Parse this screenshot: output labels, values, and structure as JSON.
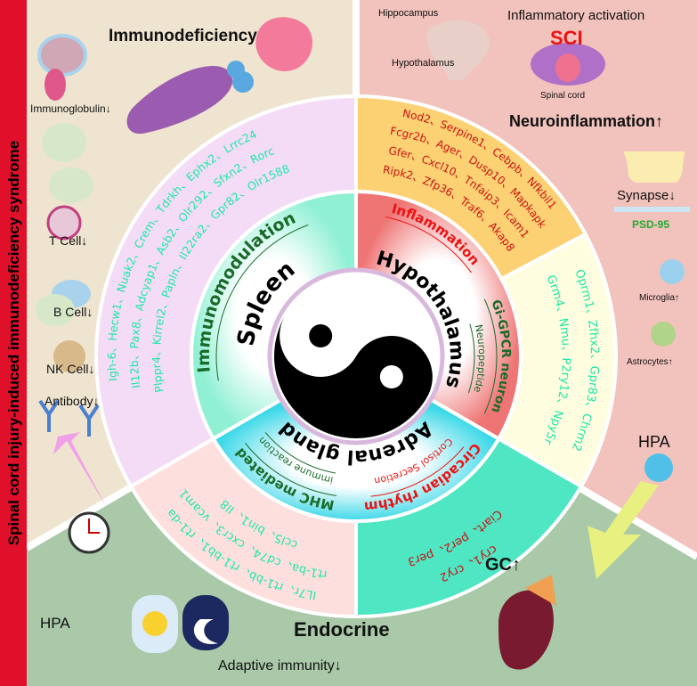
{
  "side_title": "Spinal cord injury-induced immunodeficiency syndrome",
  "colors": {
    "side_bar": "#e0102a",
    "spleen_bg": "#efe4cf",
    "hypothalamus_bg": "#f2c2bd",
    "endocrine_bg": "#a9c9a9",
    "gene_green": "#1de8a8",
    "gene_red": "#cc1111",
    "label_green": "#1a6a2a",
    "label_red": "#ee1111"
  },
  "spleen_panel": {
    "title": "Immunodeficiency",
    "labels": [
      "Immunoglobulin↓",
      "T Cell↓",
      "B Cell↓",
      "NK Cell↓",
      "Antibody↓"
    ]
  },
  "hypothalamus_panel": {
    "hippocampus": "Hippocampus",
    "hypothalamus": "Hypothalamus",
    "inflammatory": "Inflammatory activation",
    "sci": "SCI",
    "spinal_cord": "Spinal cord",
    "neuroinflammation": "Neuroinflammation↑",
    "synapse": "Synapse↓",
    "psd95": "PSD-95",
    "microglia": "Microglia↑",
    "astrocytes": "Astrocytes↑",
    "hpa": "HPA"
  },
  "endocrine_panel": {
    "gc": "GC↑",
    "title": "Endocrine",
    "hpa": "HPA",
    "adaptive": "Adaptive immunity↓"
  },
  "wheel": {
    "spleen": {
      "organ": "Spleen",
      "function": "Immunomodulation",
      "genes": [
        "Igh-6、Hecw1、Nuak2、Crem、Tdrkh、Ephx2、Lrrc24",
        "Il12b、Pax8、Adcyap1、Asb2、Olr292、Sfxn2、Rorc",
        "Plppr4、Kirrel2、Papln、Il22ra2、Gpr82、Olr1588"
      ]
    },
    "hypothalamus": {
      "organ": "Hypothalamus",
      "function1": "Inflammation",
      "function2": "Gi-GPCR neuron",
      "function3": "Neuropeptide",
      "inflammation_genes": [
        "Nod2、Serpine1、Cebpb、Nfkbil1",
        "Fcgr2b、Ager、Dusp10、Mapkapk",
        "Gfer、Cxcl10、Tnfaip3、Icam1",
        "Ripk2、Zfp36、Traf6、Akap8"
      ],
      "neuron_genes": [
        "Oprm1、Zfhx2、Gpr83、Chrm2",
        "Grm4、Nmu、P2ry12、Npy5r"
      ]
    },
    "adrenal": {
      "organ": "Adrenal gland",
      "function1": "Circadian rhythm",
      "function2": "Cortisol Secretion",
      "function3": "MHC mediated",
      "function4": "immune reaction",
      "mhc_genes": [
        "IL7r、rt1-bb、rt1-bb1、rt1-da",
        "rt1-ba、cd74、cxcr3、vcam1",
        "ccl5、bin1、Il8"
      ],
      "circadian_genes": [
        "cry1、cry2",
        "Ciart、per2、per3"
      ]
    }
  }
}
